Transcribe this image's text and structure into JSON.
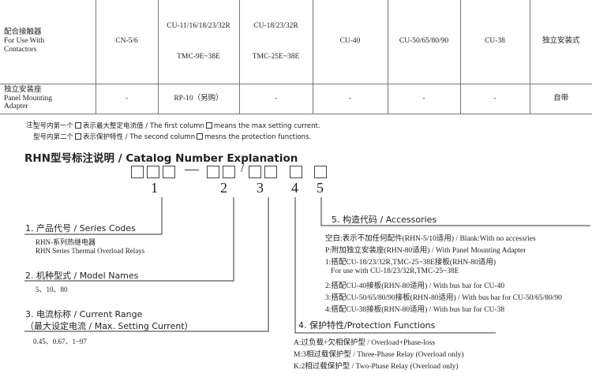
{
  "table": {
    "row1": {
      "header": [
        "配合接触器",
        "For Use With",
        "Contactors"
      ],
      "cells": [
        [
          "CN-5/6"
        ],
        [
          "CU-11/16/18/23/32R",
          "TMC-9E~38E"
        ],
        [
          "CU-18/23/32R",
          "TMC-25E~38E"
        ],
        [
          "CU-40"
        ],
        [
          "CU-50/65/80/90"
        ],
        [
          "CU-38"
        ],
        [
          "独立安装式"
        ]
      ]
    },
    "row2": {
      "header": [
        "独立安装座",
        "Panel Mounting",
        "Adapter"
      ],
      "cells": [
        "-",
        "RP-10（另购）",
        "-",
        "-",
        "-",
        "-",
        "自带"
      ]
    }
  },
  "notes": {
    "mark": "注",
    "mark_sup": "1",
    "line1_pre": "型号内第一个",
    "line1_post": "表示最大整定电流值 / The first column",
    "line1_end": "means the max setting current.",
    "line2_pre": "型号内第二个",
    "line2_post": "表示保护特性 / The second column",
    "line2_end": "mesns the protection functions."
  },
  "title": "RHN型号标注说明 / Catalog Number Explanation",
  "code": {
    "dash": "—",
    "slash": "/",
    "digits": [
      "1",
      "2",
      "3",
      "4",
      "5"
    ]
  },
  "sections": {
    "series": {
      "label": "1. 产品代号 / Series Codes",
      "lines": [
        "RHN-系列热继电器",
        "RHN Series Thermal Overload Relays"
      ]
    },
    "model": {
      "label": "2. 机种型式 / Model Names",
      "lines": [
        "5、10、80"
      ]
    },
    "current": {
      "label": "3. 电流标称 / Current Range",
      "label2": "（最大设定电流 / Max. Setting Current）",
      "lines": [
        "0.45、0.67、1~97"
      ]
    },
    "protection": {
      "label": "4. 保护特性/Protection Functions",
      "lines": [
        "A:过负载+欠相保护型 / Overload+Phase-loss",
        "M:3相过载保护型 / Three-Phase Relay (Overload only)",
        "K:2相过载保护型 / Two-Phase Relay (Overload only)"
      ]
    },
    "accessories": {
      "label": "5. 构造代码 / Accessories",
      "lines": [
        "空白:表示不加任何配件(RHN-5/10适用) / Blank:With no accessries",
        "P:附加独立安装座(RHN-80适用) / With Panel Mounting Adapter",
        "1:搭配CU-18/23/32R,TMC-25~38E接板(RHN-80适用)",
        "   For use with CU-18/23/32R,TMC-25~38E",
        "2:搭配CU-40接板(RHN-80适用) / With bus bar for CU-40",
        "3:搭配CU-50/65/80/90接板(RHN-80适用) / With bus bar for CU-50/65/80/90",
        "4:搭配CU-38接板(RHN-80适用) / With bus bar for CU-38"
      ]
    }
  }
}
